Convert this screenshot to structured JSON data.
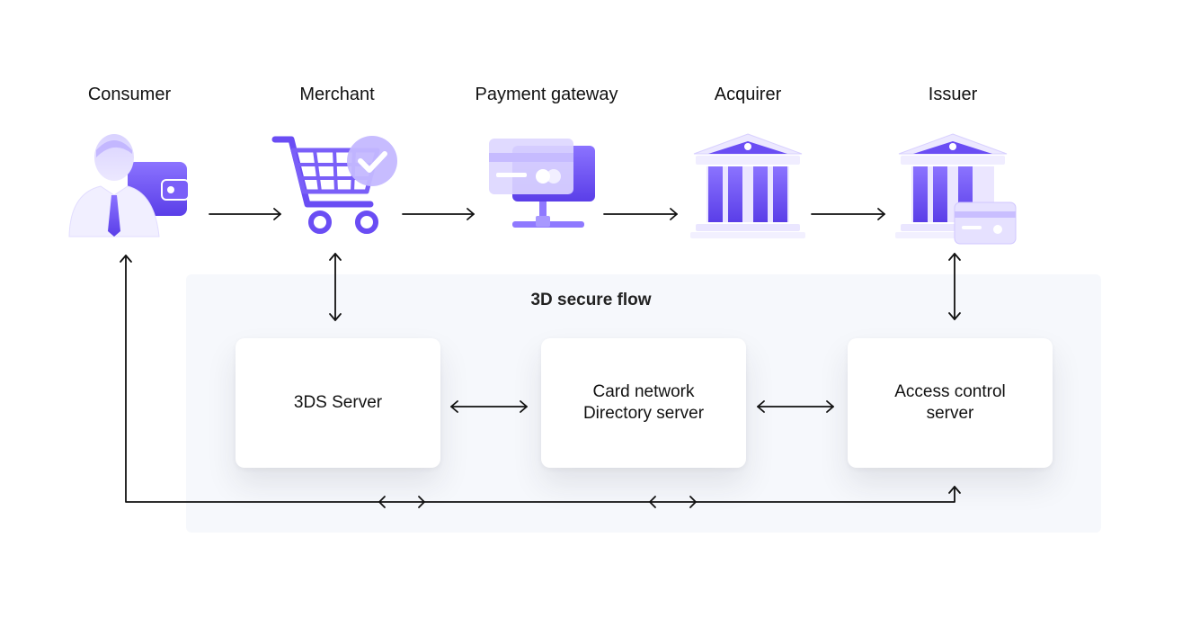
{
  "actors": [
    {
      "id": "consumer",
      "label": "Consumer",
      "icon": "consumer-wallet-icon"
    },
    {
      "id": "merchant",
      "label": "Merchant",
      "icon": "shopping-cart-check-icon"
    },
    {
      "id": "gateway",
      "label": "Payment gateway",
      "icon": "payment-gateway-card-icon"
    },
    {
      "id": "acquirer",
      "label": "Acquirer",
      "icon": "bank-icon"
    },
    {
      "id": "issuer",
      "label": "Issuer",
      "icon": "bank-card-icon"
    }
  ],
  "flow": {
    "title": "3D secure flow",
    "boxes": [
      {
        "id": "3ds-server",
        "label": "3DS Server"
      },
      {
        "id": "directory-server",
        "label": "Card network\nDirectory server"
      },
      {
        "id": "access-control-server",
        "label": "Access control\nserver"
      }
    ]
  },
  "colors": {
    "accent": "#6a4df4",
    "accent_light": "#b9adfb",
    "panel": "#f6f8fc",
    "line": "#111111"
  }
}
